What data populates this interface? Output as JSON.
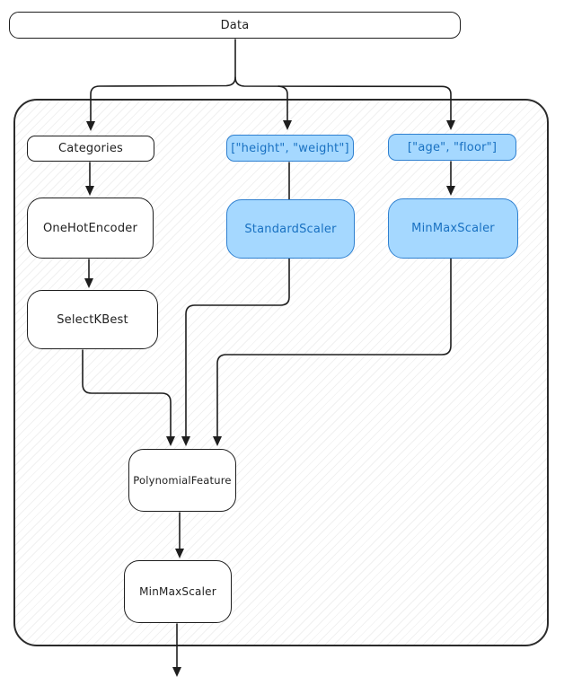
{
  "diagram": {
    "title_node": {
      "label": "Data"
    },
    "nodes": {
      "categories": {
        "label": "Categories"
      },
      "height_weight": {
        "label": "[\"height\", \"weight\"]"
      },
      "age_floor": {
        "label": "[\"age\", \"floor\"]"
      },
      "one_hot_encoder": {
        "label": "OneHotEncoder"
      },
      "standard_scaler": {
        "label": "StandardScaler"
      },
      "min_max_scaler_top": {
        "label": "MinMaxScaler"
      },
      "select_k_best": {
        "label": "SelectKBest"
      },
      "polynomial_feature": {
        "label": "PolynomialFeature"
      },
      "min_max_scaler_bottom": {
        "label": "MinMaxScaler"
      }
    },
    "colors": {
      "stroke_dark": "#1e1e1e",
      "container_border": "#2b2b2b",
      "blue_fill": "#a5d8ff",
      "blue_border": "#2f80d0",
      "blue_text": "#1971c2",
      "hatch_line": "rgba(0,0,0,0.055)"
    }
  }
}
